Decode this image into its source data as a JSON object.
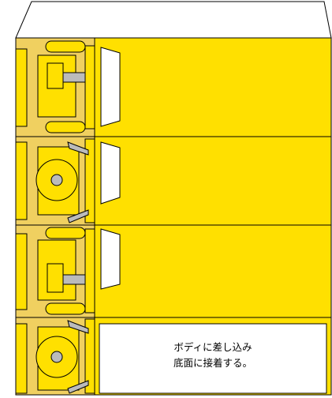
{
  "instruction": {
    "line1": "ボディに差し込み",
    "line2": "底面に接着する。"
  },
  "colors": {
    "panel": "#FFE000",
    "shade": "#F0D060",
    "outline": "#000000",
    "rod": "#BBBBBB",
    "paper": "#FFFFFF"
  },
  "module_types": [
    "hinge",
    "wheel",
    "hinge",
    "wheel"
  ]
}
